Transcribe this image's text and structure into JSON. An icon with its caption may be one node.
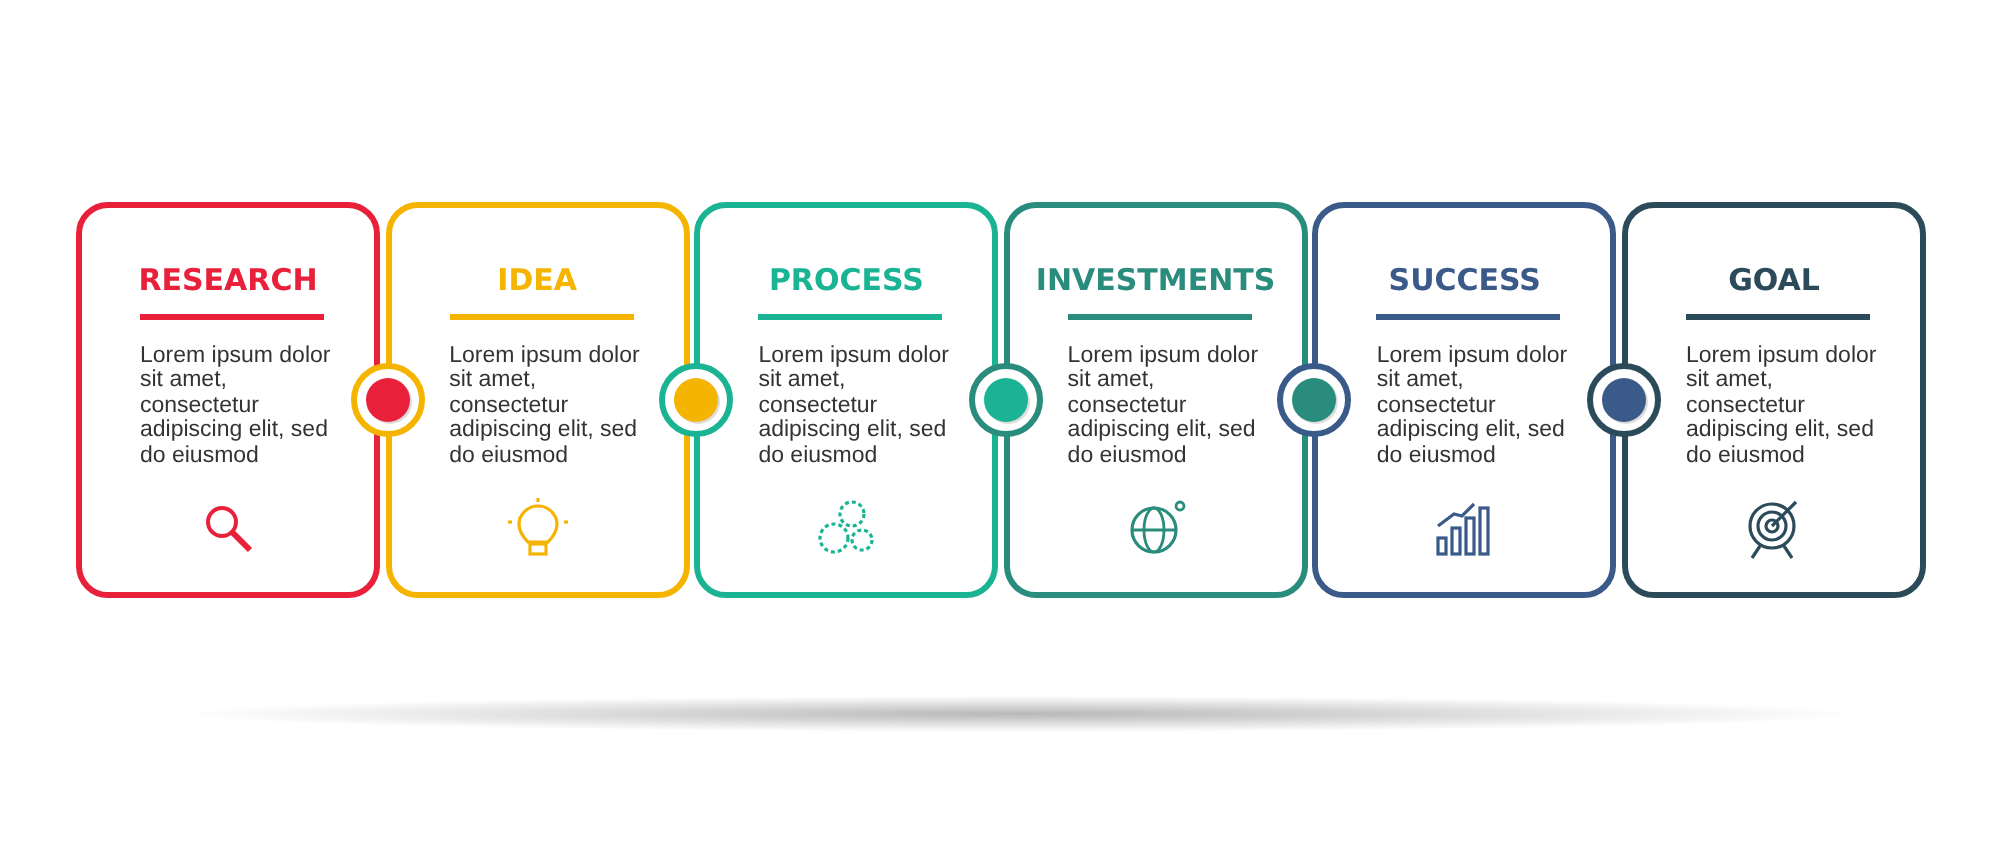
{
  "diagram": {
    "nodes": [
      {
        "text": [
          "RESEARCH",
          "Lorem ipsum dolor sit amet, consectetur adipiscing elit, sed do eiusmod"
        ]
      },
      {
        "text": [
          "IDEA",
          "Lorem ipsum dolor sit amet, consectetur adipiscing elit, sed do eiusmod"
        ]
      },
      {
        "text": [
          "PROCESS",
          "Lorem ipsum dolor sit amet, consectetur adipiscing elit, sed do eiusmod"
        ]
      },
      {
        "text": [
          "INVESTMENTS",
          "Lorem ipsum dolor sit amet, consectetur adipiscing elit, sed do eiusmod"
        ]
      },
      {
        "text": [
          "SUCCESS",
          "Lorem ipsum dolor sit amet, consectetur adipiscing elit, sed do eiusmod"
        ]
      },
      {
        "text": [
          "GOAL",
          "Lorem ipsum dolor sit amet, consectetur adipiscing elit, sed do eiusmod"
        ]
      }
    ]
  }
}
